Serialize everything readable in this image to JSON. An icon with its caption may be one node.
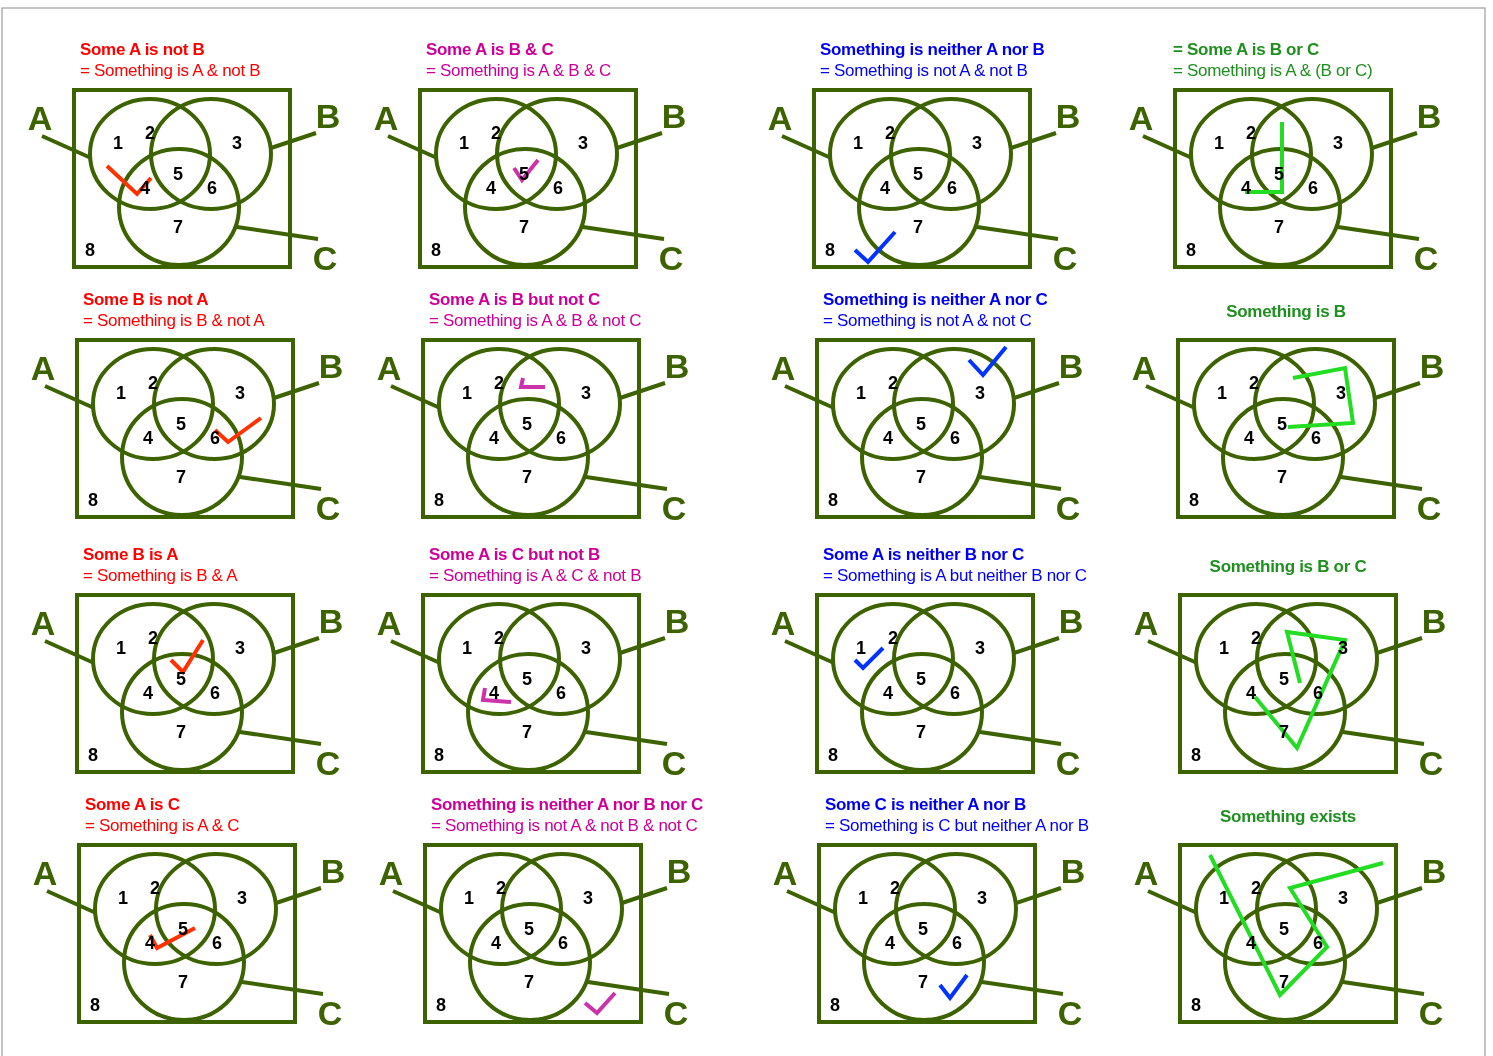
{
  "diagram": {
    "nodes": [
      {
        "text": [
          "Some A is not B",
          "= Something is A & not B"
        ]
      },
      {
        "text": [],
        "shape": "circle",
        "in": 0
      },
      {
        "text": [],
        "shape": "circle",
        "in": 0
      },
      {
        "text": [],
        "shape": "circle",
        "in": 0
      },
      {
        "text": [
          "A"
        ]
      },
      {
        "text": [
          "B"
        ]
      },
      {
        "text": [
          "C"
        ]
      },
      {
        "text": [
          "Some A is B & C",
          "= Something is A & B & C"
        ]
      },
      {
        "text": [],
        "shape": "circle",
        "in": 7
      },
      {
        "text": [],
        "shape": "circle",
        "in": 7
      },
      {
        "text": [],
        "shape": "circle",
        "in": 7
      },
      {
        "text": [
          "A"
        ]
      },
      {
        "text": [
          "B"
        ]
      },
      {
        "text": [
          "C"
        ]
      },
      {
        "text": [
          "Something is neither A nor B",
          "= Something is not A & not B"
        ]
      },
      {
        "text": [],
        "shape": "circle",
        "in": 14
      },
      {
        "text": [],
        "shape": "circle",
        "in": 14
      },
      {
        "text": [],
        "shape": "circle",
        "in": 14
      },
      {
        "text": [
          "A"
        ]
      },
      {
        "text": [
          "B"
        ]
      },
      {
        "text": [
          "C"
        ]
      },
      {
        "text": [
          "= Some A is B or C",
          "= Something is A & (B or C)"
        ]
      },
      {
        "text": [],
        "shape": "circle",
        "in": 21
      },
      {
        "text": [],
        "shape": "circle",
        "in": 21
      },
      {
        "text": [],
        "shape": "circle",
        "in": 21
      },
      {
        "text": [
          "A"
        ]
      },
      {
        "text": [
          "B"
        ]
      },
      {
        "text": [
          "C"
        ]
      },
      {
        "text": [
          "Some B is not A",
          "= Something is B & not A"
        ]
      },
      {
        "text": [],
        "shape": "circle",
        "in": 28
      },
      {
        "text": [],
        "shape": "circle",
        "in": 28
      },
      {
        "text": [],
        "shape": "circle",
        "in": 28
      },
      {
        "text": [
          "A"
        ]
      },
      {
        "text": [
          "B"
        ]
      },
      {
        "text": [
          "C"
        ]
      },
      {
        "text": [
          "Some A is B but not C",
          "= Something is A & B & not C"
        ]
      },
      {
        "text": [],
        "shape": "circle",
        "in": 35
      },
      {
        "text": [],
        "shape": "circle",
        "in": 35
      },
      {
        "text": [],
        "shape": "circle",
        "in": 35
      },
      {
        "text": [
          "A"
        ]
      },
      {
        "text": [
          "B"
        ]
      },
      {
        "text": [
          "C"
        ]
      },
      {
        "text": [
          "Something is neither A nor C",
          "= Something is not A & not C"
        ]
      },
      {
        "text": [],
        "shape": "circle",
        "in": 42
      },
      {
        "text": [],
        "shape": "circle",
        "in": 42
      },
      {
        "text": [],
        "shape": "circle",
        "in": 42
      },
      {
        "text": [
          "A"
        ]
      },
      {
        "text": [
          "B"
        ]
      },
      {
        "text": [
          "C"
        ]
      },
      {
        "text": [
          "Something is B"
        ]
      },
      {
        "text": [],
        "shape": "circle",
        "in": 49
      },
      {
        "text": [],
        "shape": "circle",
        "in": 49
      },
      {
        "text": [],
        "shape": "circle",
        "in": 49
      },
      {
        "text": [
          "A"
        ]
      },
      {
        "text": [
          "B"
        ]
      },
      {
        "text": [
          "C"
        ]
      },
      {
        "text": [
          "Some B is A",
          "= Something is B & A"
        ]
      },
      {
        "text": [],
        "shape": "circle",
        "in": 56
      },
      {
        "text": [],
        "shape": "circle",
        "in": 56
      },
      {
        "text": [],
        "shape": "circle",
        "in": 56
      },
      {
        "text": [
          "A"
        ]
      },
      {
        "text": [
          "B"
        ]
      },
      {
        "text": [
          "C"
        ]
      },
      {
        "text": [
          "Some A is C but not B",
          "= Something is A & C & not B"
        ]
      },
      {
        "text": [],
        "shape": "circle",
        "in": 63
      },
      {
        "text": [],
        "shape": "circle",
        "in": 63
      },
      {
        "text": [],
        "shape": "circle",
        "in": 63
      },
      {
        "text": [
          "A"
        ]
      },
      {
        "text": [
          "B"
        ]
      },
      {
        "text": [
          "C"
        ]
      },
      {
        "text": [
          "Some A is neither B nor C",
          "= Something is A but neither B nor C"
        ]
      },
      {
        "text": [],
        "shape": "circle",
        "in": 70
      },
      {
        "text": [],
        "shape": "circle",
        "in": 70
      },
      {
        "text": [],
        "shape": "circle",
        "in": 70
      },
      {
        "text": [
          "A"
        ]
      },
      {
        "text": [
          "B"
        ]
      },
      {
        "text": [
          "C"
        ]
      },
      {
        "text": [
          "Something is B or C"
        ]
      },
      {
        "text": [],
        "shape": "circle",
        "in": 77
      },
      {
        "text": [],
        "shape": "circle",
        "in": 77
      },
      {
        "text": [],
        "shape": "circle",
        "in": 77
      },
      {
        "text": [
          "A"
        ]
      },
      {
        "text": [
          "B"
        ]
      },
      {
        "text": [
          "C"
        ]
      },
      {
        "text": [
          "Some A is C",
          "= Something is A & C"
        ]
      },
      {
        "text": [],
        "shape": "circle",
        "in": 84
      },
      {
        "text": [],
        "shape": "circle",
        "in": 84
      },
      {
        "text": [],
        "shape": "circle",
        "in": 84
      },
      {
        "text": [
          "A"
        ]
      },
      {
        "text": [
          "B"
        ]
      },
      {
        "text": [
          "C"
        ]
      },
      {
        "text": [
          "Something is neither A nor B nor C",
          "= Something is not A & not B & not C"
        ]
      },
      {
        "text": [],
        "shape": "circle",
        "in": 91
      },
      {
        "text": [],
        "shape": "circle",
        "in": 91
      },
      {
        "text": [],
        "shape": "circle",
        "in": 91
      },
      {
        "text": [
          "A"
        ]
      },
      {
        "text": [
          "B"
        ]
      },
      {
        "text": [
          "C"
        ]
      },
      {
        "text": [
          "Some C is neither A nor B",
          "= Something is C but neither A nor B"
        ]
      },
      {
        "text": [],
        "shape": "circle",
        "in": 98
      },
      {
        "text": [],
        "shape": "circle",
        "in": 98
      },
      {
        "text": [],
        "shape": "circle",
        "in": 98
      },
      {
        "text": [
          "A"
        ]
      },
      {
        "text": [
          "B"
        ]
      },
      {
        "text": [
          "C"
        ]
      },
      {
        "text": [
          "Something exists"
        ]
      },
      {
        "text": [],
        "shape": "circle",
        "in": 105
      },
      {
        "text": [],
        "shape": "circle",
        "in": 105
      },
      {
        "text": [],
        "shape": "circle",
        "in": 105
      },
      {
        "text": [
          "A"
        ]
      },
      {
        "text": [
          "B"
        ]
      },
      {
        "text": [
          "C"
        ]
      }
    ],
    "edges": [
      {
        "from": 4,
        "to": 1,
        "arrow": "none"
      },
      {
        "from": 5,
        "to": 2,
        "arrow": "none"
      },
      {
        "from": 6,
        "to": 3,
        "arrow": "none"
      },
      {
        "from": 11,
        "to": 8,
        "arrow": "none"
      },
      {
        "from": 12,
        "to": 9,
        "arrow": "none"
      },
      {
        "from": 13,
        "to": 10,
        "arrow": "none"
      },
      {
        "from": 18,
        "to": 15,
        "arrow": "none"
      },
      {
        "from": 19,
        "to": 16,
        "arrow": "none"
      },
      {
        "from": 20,
        "to": 17,
        "arrow": "none"
      },
      {
        "from": 25,
        "to": 22,
        "arrow": "none"
      },
      {
        "from": 26,
        "to": 23,
        "arrow": "none"
      },
      {
        "from": 27,
        "to": 24,
        "arrow": "none"
      },
      {
        "from": 32,
        "to": 29,
        "arrow": "none"
      },
      {
        "from": 33,
        "to": 30,
        "arrow": "none"
      },
      {
        "from": 34,
        "to": 31,
        "arrow": "none"
      },
      {
        "from": 39,
        "to": 36,
        "arrow": "none"
      },
      {
        "from": 40,
        "to": 37,
        "arrow": "none"
      },
      {
        "from": 41,
        "to": 38,
        "arrow": "none"
      },
      {
        "from": 46,
        "to": 43,
        "arrow": "none"
      },
      {
        "from": 47,
        "to": 44,
        "arrow": "none"
      },
      {
        "from": 48,
        "to": 45,
        "arrow": "none"
      },
      {
        "from": 53,
        "to": 50,
        "arrow": "none"
      },
      {
        "from": 54,
        "to": 51,
        "arrow": "none"
      },
      {
        "from": 55,
        "to": 52,
        "arrow": "none"
      },
      {
        "from": 60,
        "to": 57,
        "arrow": "none"
      },
      {
        "from": 61,
        "to": 58,
        "arrow": "none"
      },
      {
        "from": 62,
        "to": 59,
        "arrow": "none"
      },
      {
        "from": 67,
        "to": 64,
        "arrow": "none"
      },
      {
        "from": 68,
        "to": 65,
        "arrow": "none"
      },
      {
        "from": 69,
        "to": 66,
        "arrow": "none"
      },
      {
        "from": 74,
        "to": 71,
        "arrow": "none"
      },
      {
        "from": 75,
        "to": 72,
        "arrow": "none"
      },
      {
        "from": 76,
        "to": 73,
        "arrow": "none"
      },
      {
        "from": 81,
        "to": 78,
        "arrow": "none"
      },
      {
        "from": 82,
        "to": 79,
        "arrow": "none"
      },
      {
        "from": 83,
        "to": 80,
        "arrow": "none"
      },
      {
        "from": 88,
        "to": 85,
        "arrow": "none"
      },
      {
        "from": 89,
        "to": 86,
        "arrow": "none"
      },
      {
        "from": 90,
        "to": 87,
        "arrow": "none"
      },
      {
        "from": 95,
        "to": 92,
        "arrow": "none"
      },
      {
        "from": 96,
        "to": 93,
        "arrow": "none"
      },
      {
        "from": 97,
        "to": 94,
        "arrow": "none"
      },
      {
        "from": 102,
        "to": 99,
        "arrow": "none"
      },
      {
        "from": 103,
        "to": 100,
        "arrow": "none"
      },
      {
        "from": 104,
        "to": 101,
        "arrow": "none"
      },
      {
        "from": 109,
        "to": 106,
        "arrow": "none"
      },
      {
        "from": 110,
        "to": 107,
        "arrow": "none"
      },
      {
        "from": 111,
        "to": 108,
        "arrow": "none"
      }
    ],
    "labels": [
      "1",
      "2",
      "3",
      "5",
      "4",
      "6",
      "7",
      "8",
      "1",
      "2",
      "3",
      "5",
      "4",
      "6",
      "7",
      "8",
      "1",
      "2",
      "3",
      "5",
      "4",
      "6",
      "7",
      "8",
      "1",
      "2",
      "3",
      "5",
      "4",
      "6",
      "7",
      "8",
      "1",
      "2",
      "3",
      "5",
      "4",
      "6",
      "7",
      "8",
      "1",
      "2",
      "3",
      "5",
      "4",
      "6",
      "7",
      "8",
      "1",
      "2",
      "3",
      "5",
      "4",
      "6",
      "7",
      "8",
      "1",
      "2",
      "3",
      "5",
      "4",
      "6",
      "7",
      "8",
      "1",
      "2",
      "3",
      "5",
      "4",
      "6",
      "7",
      "8",
      "1",
      "2",
      "3",
      "5",
      "4",
      "6",
      "7",
      "8",
      "1",
      "2",
      "3",
      "5",
      "4",
      "6",
      "7",
      "8",
      "1",
      "2",
      "3",
      "5",
      "4",
      "6",
      "7",
      "8",
      "1",
      "2",
      "3",
      "5",
      "4",
      "6",
      "7",
      "8",
      "1",
      "2",
      "3",
      "5",
      "4",
      "6",
      "7",
      "8",
      "1",
      "2",
      "3",
      "5",
      "4",
      "6",
      "7",
      "8",
      "1",
      "2",
      "3",
      "5",
      "4",
      "6",
      "7",
      "8"
    ]
  }
}
